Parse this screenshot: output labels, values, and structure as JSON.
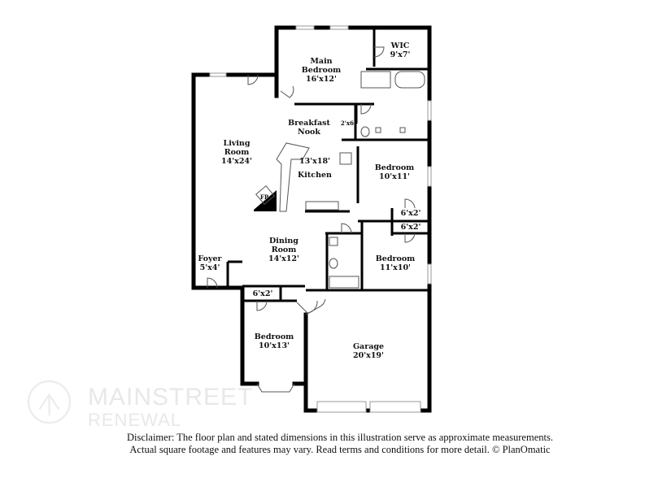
{
  "rooms": {
    "main_bedroom": {
      "name": "Main Bedroom",
      "size": "16'x12'"
    },
    "wic": {
      "name": "WIC",
      "size": "9'x7'"
    },
    "breakfast_nook": {
      "name": "Breakfast Nook"
    },
    "pantry": {
      "size": "2'x6'"
    },
    "living_room": {
      "name": "Living Room",
      "size": "14'x24'"
    },
    "kitchen": {
      "name": "Kitchen",
      "size": "13'x18'"
    },
    "fireplace": {
      "name": "FP"
    },
    "bedroom_2": {
      "name": "Bedroom",
      "size": "10'x11'"
    },
    "closet_a": {
      "size": "6'x2'"
    },
    "closet_b": {
      "size": "6'x2'"
    },
    "dining_room": {
      "name": "Dining Room",
      "size": "14'x12'"
    },
    "foyer": {
      "name": "Foyer",
      "size": "5'x4'"
    },
    "bedroom_3": {
      "name": "Bedroom",
      "size": "11'x10'"
    },
    "closet_c": {
      "size": "6'x2'"
    },
    "bedroom_4": {
      "name": "Bedroom",
      "size": "10'x13'"
    },
    "garage": {
      "name": "Garage",
      "size": "20'x19'"
    }
  },
  "watermark": {
    "brand": "MAINSTREET",
    "sub": "RENEWAL"
  },
  "disclaimer": {
    "line1": "Disclaimer: The floor plan and stated dimensions in this illustration serve as approximate measurements.",
    "line2": "Actual square footage and features may vary. Read terms and conditions for more detail. © PlanOmatic"
  }
}
